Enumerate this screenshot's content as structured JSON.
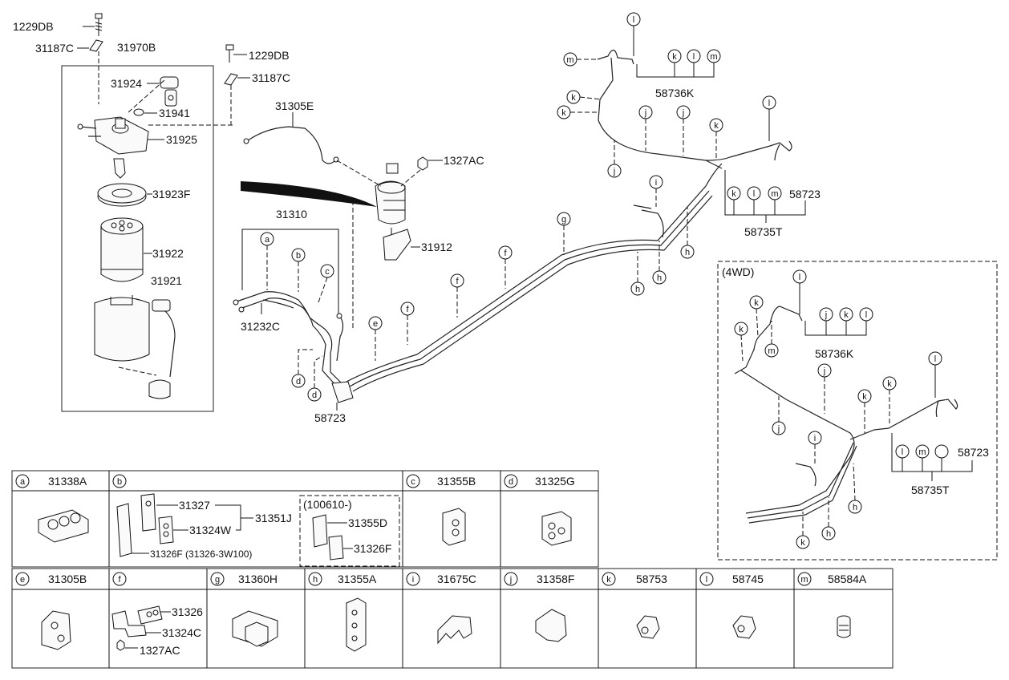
{
  "main_assembly": {
    "labels": [
      "1229DB",
      "31187C",
      "31970B",
      "31924",
      "31941",
      "31925",
      "31923F",
      "31922",
      "31921"
    ],
    "extra_labels": [
      "1229DB",
      "31187C"
    ]
  },
  "center": {
    "labels": [
      "31305E",
      "1327AC",
      "31912",
      "31310",
      "31232C",
      "58723"
    ],
    "callouts": [
      "a",
      "b",
      "c",
      "d",
      "d",
      "e",
      "f",
      "f",
      "f",
      "g"
    ]
  },
  "right_2wd": {
    "labels": [
      "58736K",
      "58723",
      "58735T"
    ],
    "callouts": [
      "l",
      "m",
      "k",
      "l",
      "m",
      "k",
      "k",
      "j",
      "j",
      "k",
      "l",
      "i",
      "j",
      "h",
      "h",
      "h",
      "k",
      "l",
      "m"
    ]
  },
  "inset_4wd": {
    "title": "(4WD)",
    "labels": [
      "58736K",
      "58723",
      "58735T"
    ],
    "callouts": [
      "l",
      "k",
      "k",
      "m",
      "j",
      "k",
      "l",
      "l",
      "k",
      "k",
      "j",
      "j",
      "i",
      "h",
      "h",
      "k",
      "l",
      "m"
    ]
  },
  "parts_table": {
    "row1": [
      {
        "letter": "a",
        "code": "31338A"
      },
      {
        "letter": "b",
        "code": "",
        "sub": [
          "31327",
          "31324W",
          "31351J",
          "31326F (31326-3W100)",
          "(100610-)",
          "31355D",
          "31326F"
        ]
      },
      {
        "letter": "c",
        "code": "31355B"
      },
      {
        "letter": "d",
        "code": "31325G"
      }
    ],
    "row2": [
      {
        "letter": "e",
        "code": "31305B"
      },
      {
        "letter": "f",
        "code": "",
        "sub": [
          "31326",
          "31324C",
          "1327AC"
        ]
      },
      {
        "letter": "g",
        "code": "31360H"
      },
      {
        "letter": "h",
        "code": "31355A"
      },
      {
        "letter": "i",
        "code": "31675C"
      },
      {
        "letter": "j",
        "code": "31358F"
      },
      {
        "letter": "k",
        "code": "58753"
      },
      {
        "letter": "l",
        "code": "58745"
      },
      {
        "letter": "m",
        "code": "58584A"
      }
    ]
  }
}
